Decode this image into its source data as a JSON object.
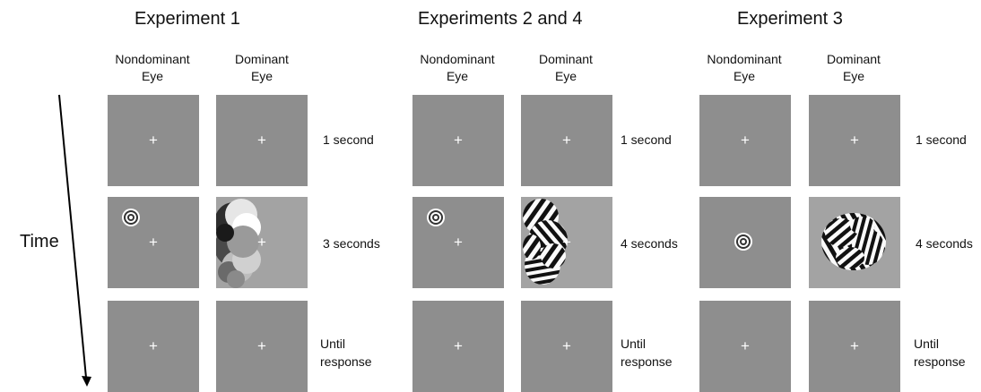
{
  "time_label": "Time",
  "experiments": [
    {
      "title": "Experiment 1",
      "eye_labels": [
        "Nondominant\nEye",
        "Dominant\nEye"
      ],
      "durations": [
        "1 second",
        "3 seconds",
        "Until\nresponse"
      ],
      "mask": "grey-circles-mask"
    },
    {
      "title": "Experiments 2 and 4",
      "eye_labels": [
        "Nondominant\nEye",
        "Dominant\nEye"
      ],
      "durations": [
        "1 second",
        "4 seconds",
        "Until\nresponse"
      ],
      "mask": "striped-mask-vertical"
    },
    {
      "title": "Experiment 3",
      "eye_labels": [
        "Nondominant\nEye",
        "Dominant\nEye"
      ],
      "durations": [
        "1 second",
        "4 seconds",
        "Until\nresponse"
      ],
      "mask": "striped-mask-round"
    }
  ],
  "fixation_symbol": "+",
  "colors": {
    "panel": "#8e8e8e",
    "panel_light": "#a3a3a3",
    "cross": "#ffffff"
  }
}
